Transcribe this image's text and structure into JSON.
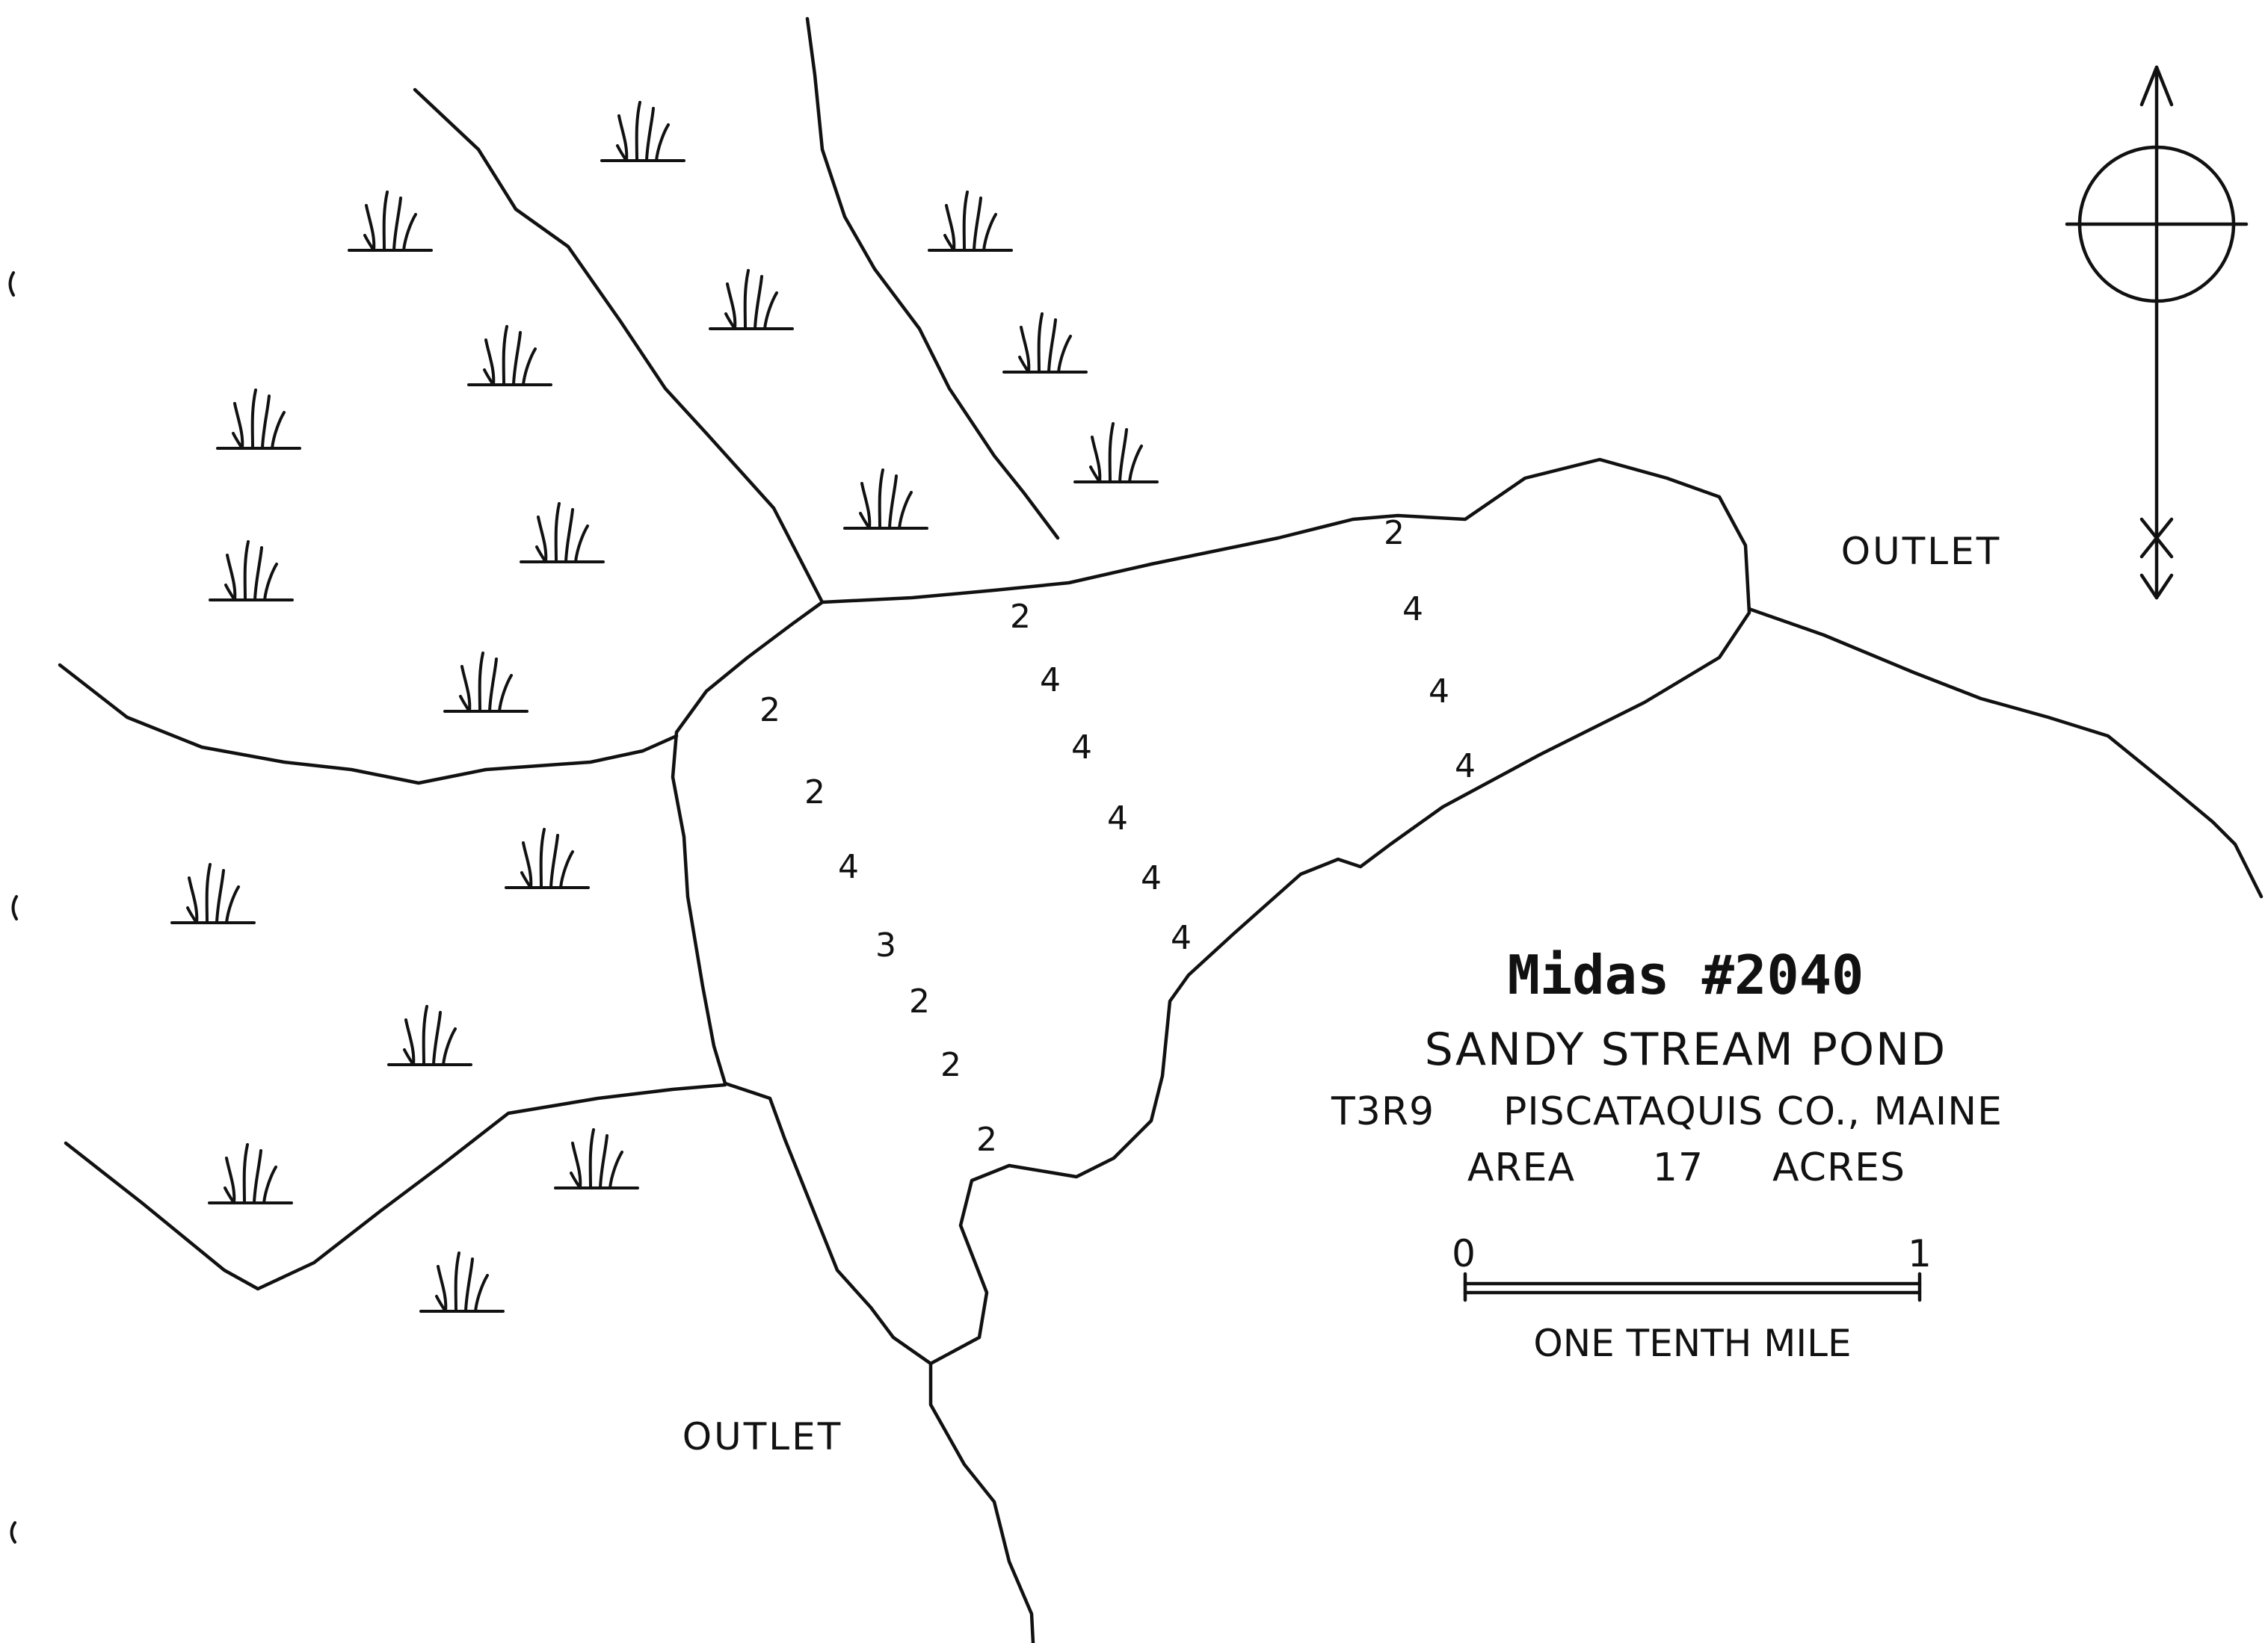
{
  "map": {
    "title": "Midas #2040",
    "pond_name": "SANDY STREAM POND",
    "location_township": "T3R9",
    "location_county": "PISCATAQUIS CO., MAINE",
    "area_label": "AREA",
    "area_value": "17",
    "area_unit": "ACRES",
    "scale": {
      "start": "0",
      "end": "1",
      "unit": "ONE TENTH MILE"
    },
    "outlets": [
      "OUTLET",
      "OUTLET"
    ],
    "depths": [
      "2",
      "2",
      "4",
      "3",
      "2",
      "2",
      "2",
      "2",
      "4",
      "4",
      "4",
      "4",
      "4",
      "2",
      "4",
      "4",
      "4"
    ],
    "ink_color": "#111111",
    "background_color": "#ffffff",
    "icons": [
      "north-arrow-icon",
      "marsh-grass-icon"
    ]
  }
}
